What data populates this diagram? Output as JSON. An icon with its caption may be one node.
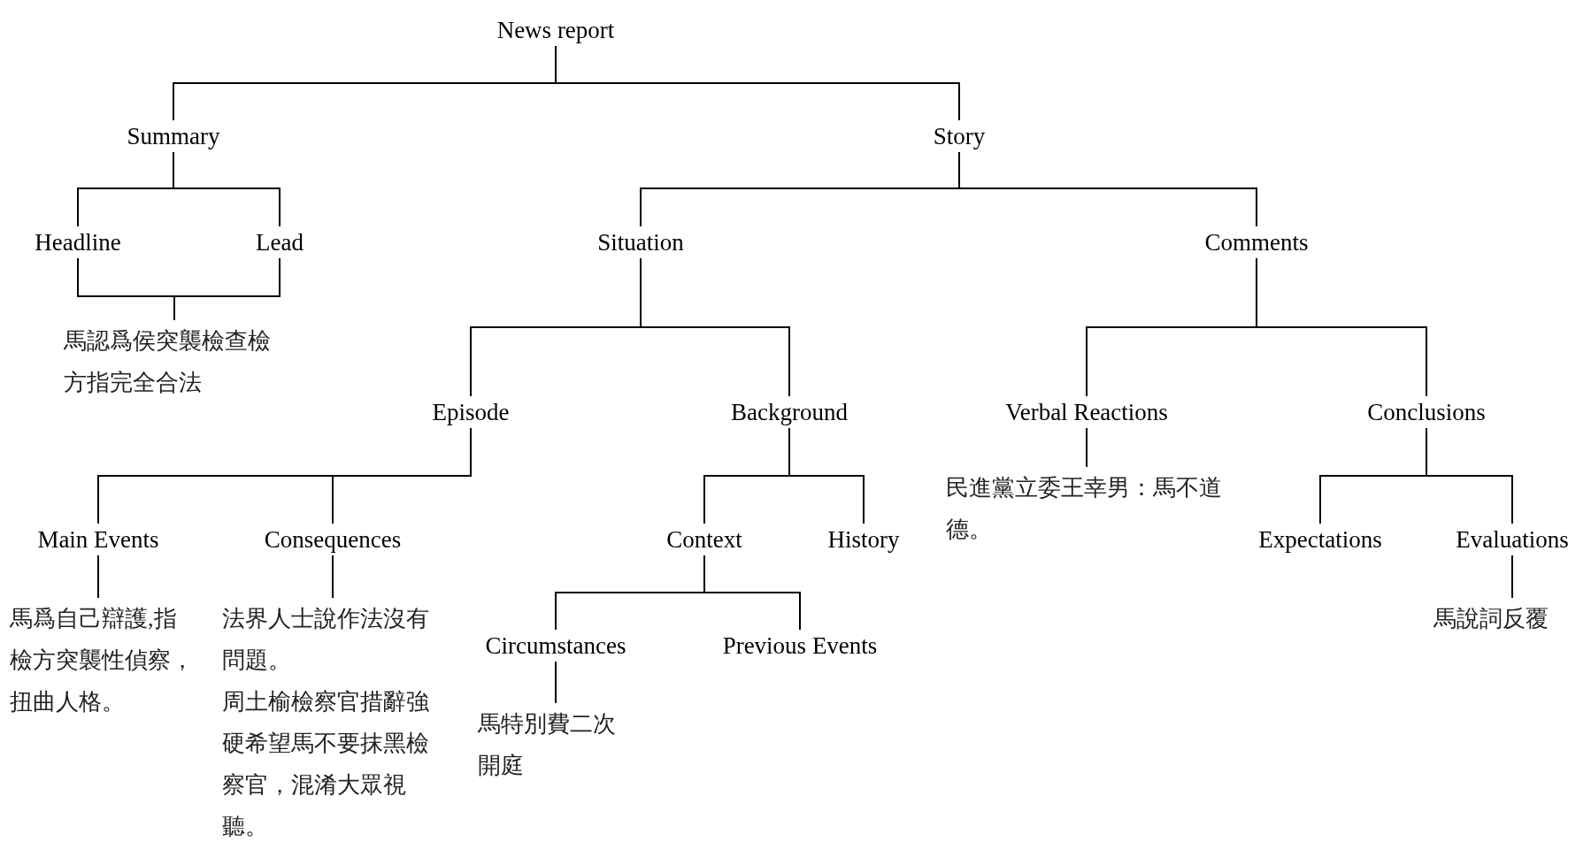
{
  "diagram": {
    "nodes": [
      {
        "text": [
          "News report"
        ]
      },
      {
        "text": [
          "Summary"
        ]
      },
      {
        "text": [
          "Story"
        ]
      },
      {
        "text": [
          "Headline"
        ]
      },
      {
        "text": [
          "Lead"
        ]
      },
      {
        "text": [
          "馬認爲侯突襲檢查檢方指完全合法"
        ]
      },
      {
        "text": [
          "Situation"
        ]
      },
      {
        "text": [
          "Comments"
        ]
      },
      {
        "text": [
          "Episode"
        ]
      },
      {
        "text": [
          "Background"
        ]
      },
      {
        "text": [
          "Verbal Reactions"
        ]
      },
      {
        "text": [
          "Conclusions"
        ]
      },
      {
        "text": [
          "Main Events"
        ]
      },
      {
        "text": [
          "Consequences"
        ]
      },
      {
        "text": [
          "Context"
        ]
      },
      {
        "text": [
          "History"
        ]
      },
      {
        "text": [
          "Circumstances"
        ]
      },
      {
        "text": [
          "Previous Events"
        ]
      },
      {
        "text": [
          "Expectations"
        ]
      },
      {
        "text": [
          "Evaluations"
        ]
      },
      {
        "text": [
          "民進黨立委王幸男：馬不道德。"
        ]
      },
      {
        "text": [
          "馬爲自己辯護,指檢方突襲性偵察，扭曲人格。"
        ]
      },
      {
        "text": [
          "法界人士說作法沒有問題。",
          "周土榆檢察官措辭強硬希望馬不要抹黑檢察官，混淆大眾視聽。"
        ]
      },
      {
        "text": [
          "馬特別費二次開庭"
        ]
      },
      {
        "text": [
          "馬說詞反覆"
        ]
      }
    ],
    "edges": [
      {
        "from": 0,
        "to": 1,
        "arrow": "none"
      },
      {
        "from": 0,
        "to": 2,
        "arrow": "none"
      },
      {
        "from": 1,
        "to": 3,
        "arrow": "none"
      },
      {
        "from": 1,
        "to": 4,
        "arrow": "none"
      },
      {
        "from": 3,
        "to": 5,
        "arrow": "none"
      },
      {
        "from": 4,
        "to": 5,
        "arrow": "none"
      },
      {
        "from": 2,
        "to": 6,
        "arrow": "none"
      },
      {
        "from": 2,
        "to": 7,
        "arrow": "none"
      },
      {
        "from": 6,
        "to": 8,
        "arrow": "none"
      },
      {
        "from": 6,
        "to": 9,
        "arrow": "none"
      },
      {
        "from": 7,
        "to": 10,
        "arrow": "none"
      },
      {
        "from": 7,
        "to": 11,
        "arrow": "none"
      },
      {
        "from": 8,
        "to": 12,
        "arrow": "none"
      },
      {
        "from": 8,
        "to": 13,
        "arrow": "none"
      },
      {
        "from": 9,
        "to": 14,
        "arrow": "none"
      },
      {
        "from": 9,
        "to": 15,
        "arrow": "none"
      },
      {
        "from": 14,
        "to": 16,
        "arrow": "none"
      },
      {
        "from": 14,
        "to": 17,
        "arrow": "none"
      },
      {
        "from": 11,
        "to": 18,
        "arrow": "none"
      },
      {
        "from": 11,
        "to": 19,
        "arrow": "none"
      },
      {
        "from": 10,
        "to": 20,
        "arrow": "none"
      },
      {
        "from": 12,
        "to": 21,
        "arrow": "none"
      },
      {
        "from": 13,
        "to": 22,
        "arrow": "none"
      },
      {
        "from": 16,
        "to": 23,
        "arrow": "none"
      },
      {
        "from": 19,
        "to": 24,
        "arrow": "none"
      }
    ]
  }
}
